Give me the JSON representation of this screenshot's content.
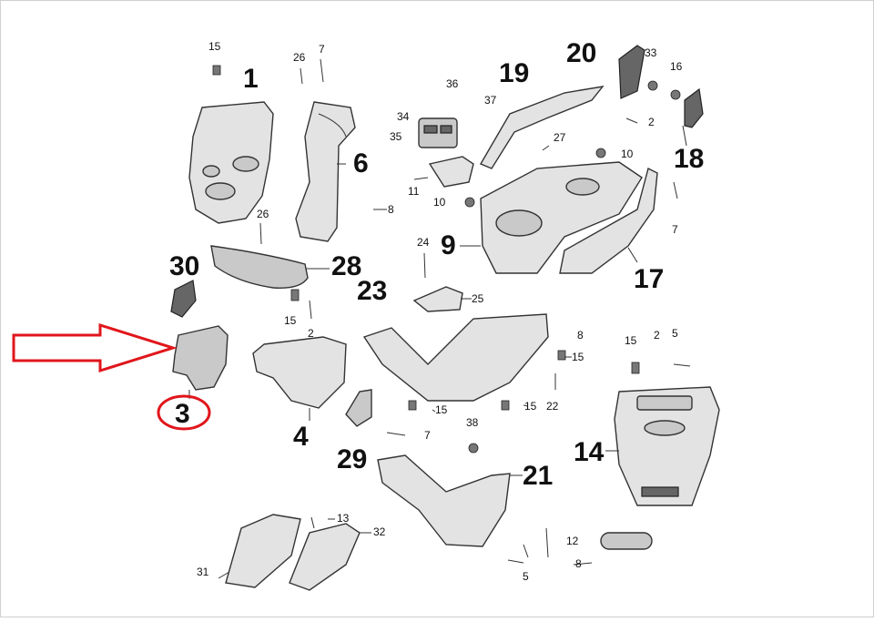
{
  "labels": {
    "p1": "1",
    "p2a": "2",
    "p2b": "2",
    "p2c": "2",
    "p3": "3",
    "p4": "4",
    "p5a": "5",
    "p5b": "5",
    "p6": "6",
    "p7a": "7",
    "p7b": "7",
    "p7c": "7",
    "p8a": "8",
    "p8b": "8",
    "p8c": "8",
    "p9": "9",
    "p10a": "10",
    "p10b": "10",
    "p11": "11",
    "p12": "12",
    "p13": "13",
    "p14": "14",
    "p15a": "15",
    "p15b": "15",
    "p15c": "15",
    "p15d": "15",
    "p15e": "15",
    "p15f": "15",
    "p16": "16",
    "p17": "17",
    "p18": "18",
    "p19": "19",
    "p20": "20",
    "p21": "21",
    "p22": "22",
    "p23": "23",
    "p24": "24",
    "p25": "25",
    "p26a": "26",
    "p26b": "26",
    "p27": "27",
    "p28": "28",
    "p29": "29",
    "p30": "30",
    "p31": "31",
    "p32": "32",
    "p33": "33",
    "p34": "34",
    "p35": "35",
    "p36": "36",
    "p37": "37",
    "p38": "38"
  },
  "colors": {
    "highlight": "#e0161b",
    "linework": "#333333",
    "part_fill": "#e3e3e3"
  }
}
